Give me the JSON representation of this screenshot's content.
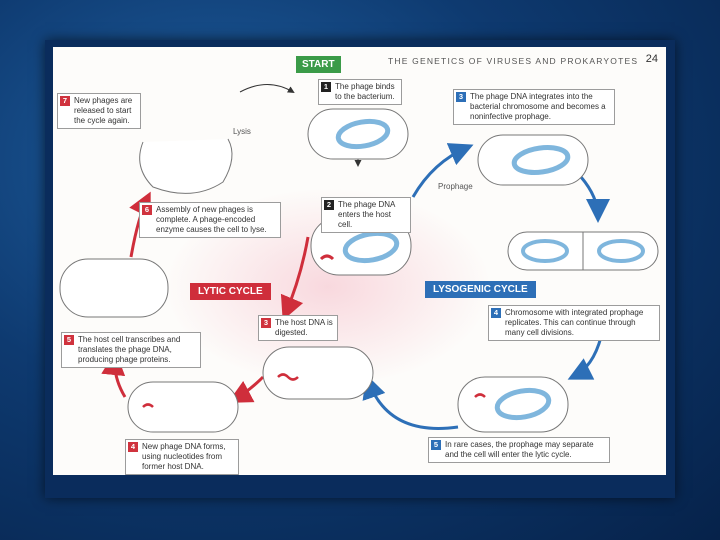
{
  "header": {
    "start_label": "START",
    "title": "THE GENETICS OF VIRUSES AND PROKARYOTES",
    "page_number": "24"
  },
  "cycles": {
    "lytic": "LYTIC CYCLE",
    "lysogenic": "LYSOGENIC CYCLE"
  },
  "labels": {
    "lysis": "Lysis",
    "prophage": "Prophage"
  },
  "steps": {
    "lytic_1": {
      "num": "1",
      "text": "The phage binds to the bacterium."
    },
    "lytic_2": {
      "num": "2",
      "text": "The phage DNA enters the host cell."
    },
    "lytic_3": {
      "num": "3",
      "text": "The host DNA is digested."
    },
    "lytic_4": {
      "num": "4",
      "text": "New phage DNA forms, using nucleotides from former host DNA."
    },
    "lytic_5": {
      "num": "5",
      "text": "The host cell transcribes and translates the phage DNA, producing phage proteins."
    },
    "lytic_6": {
      "num": "6",
      "text": "Assembly of new phages is complete. A phage-encoded enzyme causes the cell to lyse."
    },
    "lytic_7": {
      "num": "7",
      "text": "New phages are released to start the cycle again."
    },
    "lyso_3": {
      "num": "3",
      "text": "The phage DNA integrates into the bacterial chromosome and becomes a noninfective prophage."
    },
    "lyso_4": {
      "num": "4",
      "text": "Chromosome with integrated prophage replicates. This can continue through many cell divisions."
    },
    "lyso_5": {
      "num": "5",
      "text": "In rare cases, the prophage may separate and the cell will enter the lytic cycle."
    }
  },
  "colors": {
    "lytic_red": "#cf2e3b",
    "lysogenic_blue": "#2d6fb7",
    "start_green": "#3b9b48"
  }
}
